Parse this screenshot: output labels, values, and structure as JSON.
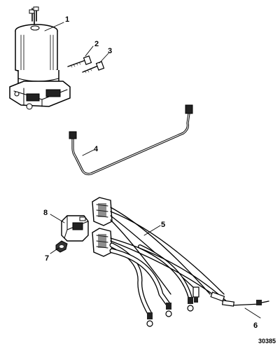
{
  "callouts": [
    {
      "id": "1",
      "label": "1"
    },
    {
      "id": "2",
      "label": "2"
    },
    {
      "id": "3",
      "label": "3"
    },
    {
      "id": "4",
      "label": "4"
    },
    {
      "id": "5",
      "label": "5"
    },
    {
      "id": "6",
      "label": "6"
    },
    {
      "id": "7",
      "label": "7"
    },
    {
      "id": "8",
      "label": "8"
    }
  ],
  "figure_number": "30385"
}
